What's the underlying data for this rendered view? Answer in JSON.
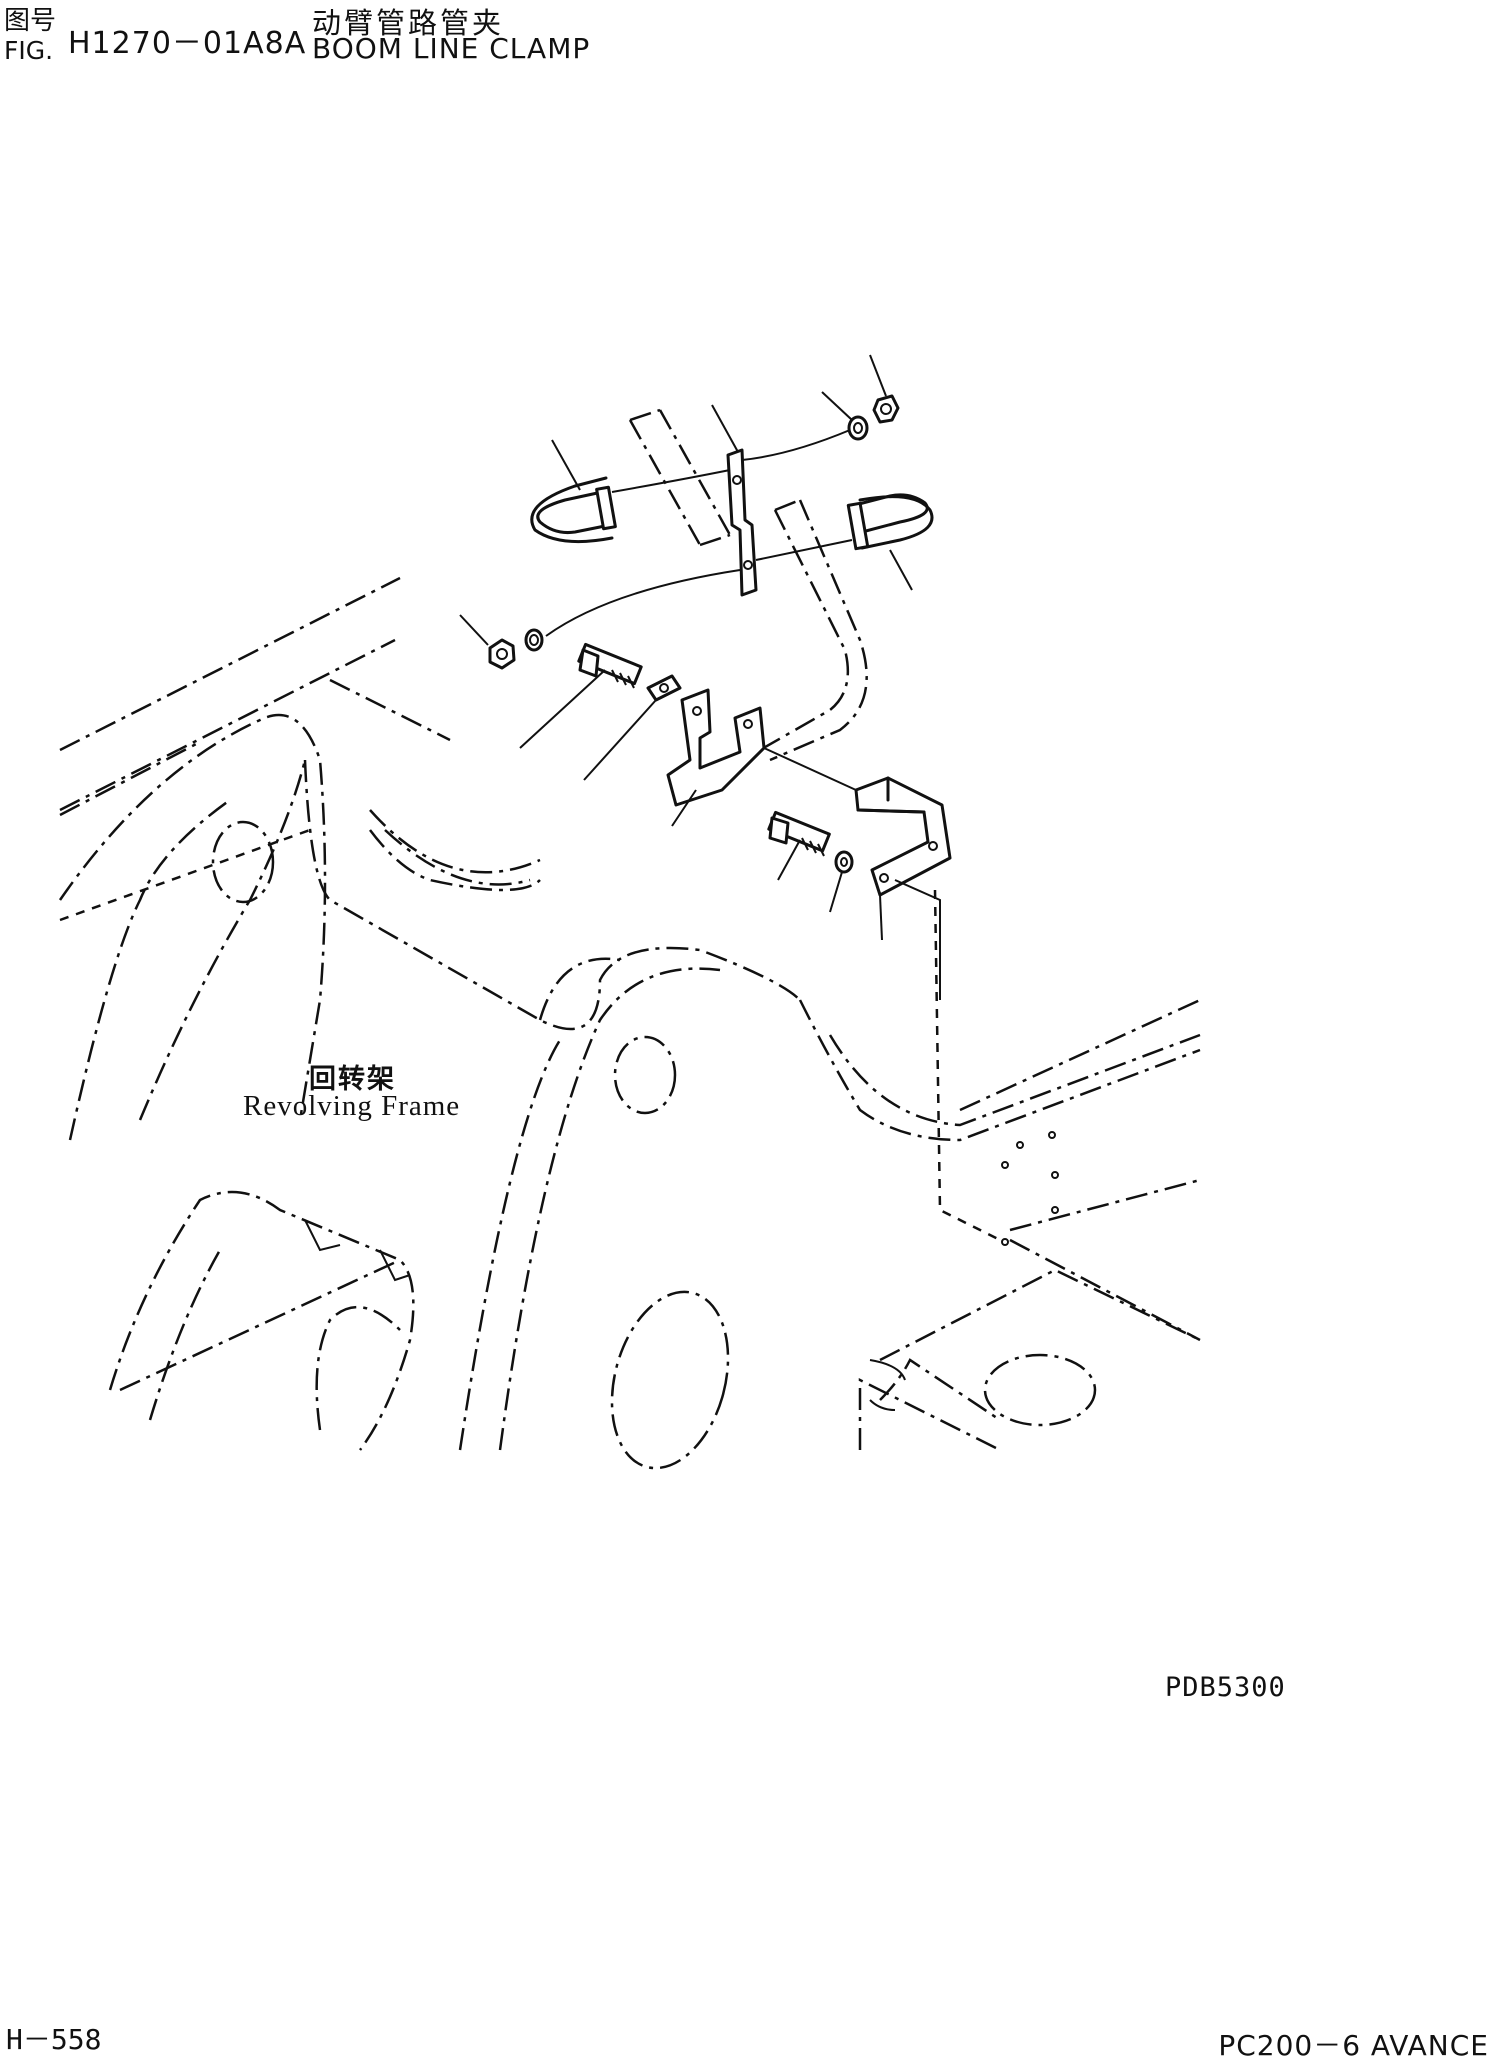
{
  "header": {
    "fig_label_cn": "图号",
    "fig_label_en": "FIG.",
    "fig_number": "H1270－01A8A",
    "title_cn": "动臂管路管夹",
    "title_en": "BOOM LINE CLAMP"
  },
  "diagram": {
    "frame_label_cn": "回转架",
    "frame_label_en": "Revolving Frame",
    "drawing_code": "PDB5300"
  },
  "footer": {
    "page_number": "H－558",
    "model": "PC200－6 AVANCE"
  },
  "icons": {
    "assembly_drawing": "boom-line-clamp-exploded-view"
  }
}
